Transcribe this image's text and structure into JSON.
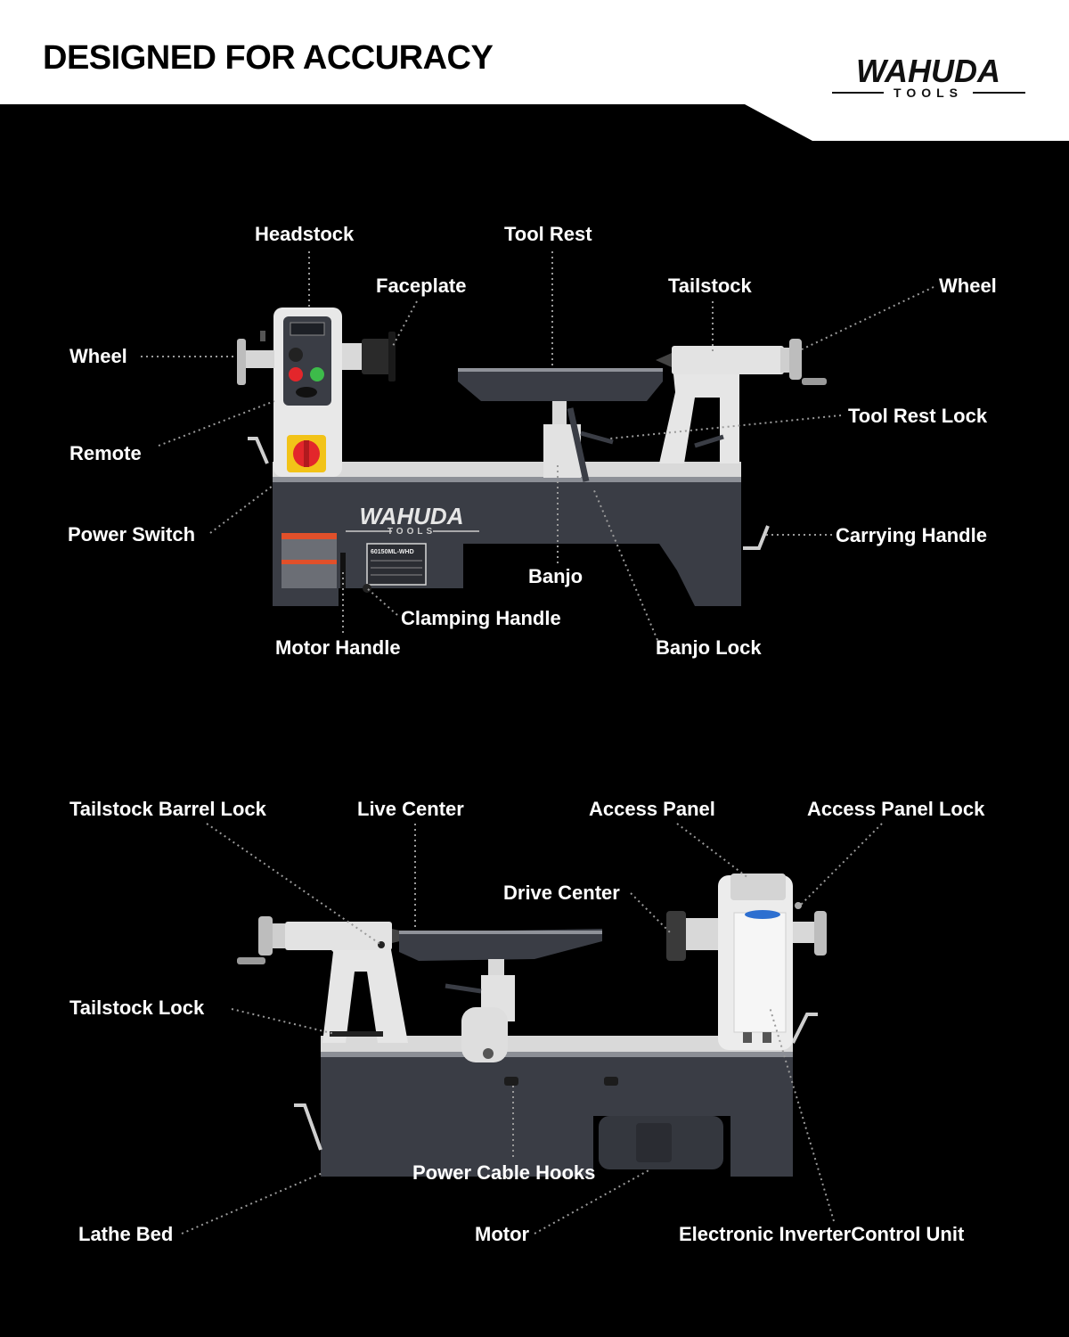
{
  "header": {
    "title": "DESIGNED FOR ACCURACY",
    "logo_word": "WAHUDA",
    "logo_sub": "TOOLS"
  },
  "colors": {
    "background": "#000000",
    "header_band": "#ffffff",
    "machine_body": "#3a3d45",
    "machine_light": "#e4e4e4",
    "label_text": "#ffffff",
    "leader_line": "#9a9a9a",
    "stop_button": "#e3262b",
    "start_button": "#3dbb4a",
    "power_switch_housing": "#f2c318"
  },
  "machine": {
    "model_plate": "60150ML-WHD",
    "brand": "WAHUDA",
    "brand_sub": "TOOLS"
  },
  "diagram_top": {
    "labels": {
      "headstock": "Headstock",
      "tool_rest": "Tool Rest",
      "faceplate": "Faceplate",
      "tailstock": "Tailstock",
      "wheel_right": "Wheel",
      "wheel_left": "Wheel",
      "tool_rest_lock": "Tool Rest Lock",
      "remote": "Remote",
      "power_switch": "Power Switch",
      "carrying_handle": "Carrying Handle",
      "banjo": "Banjo",
      "clamping_handle": "Clamping Handle",
      "motor_handle": "Motor Handle",
      "banjo_lock": "Banjo Lock"
    }
  },
  "diagram_bottom": {
    "labels": {
      "tailstock_barrel_lock": "Tailstock Barrel Lock",
      "live_center": "Live Center",
      "access_panel": "Access Panel",
      "access_panel_lock": "Access Panel Lock",
      "drive_center": "Drive Center",
      "tailstock_lock": "Tailstock Lock",
      "power_cable_hooks": "Power Cable Hooks",
      "lathe_bed": "Lathe Bed",
      "motor": "Motor",
      "electronic_inverter_control_unit": "Electronic InverterControl Unit"
    }
  }
}
